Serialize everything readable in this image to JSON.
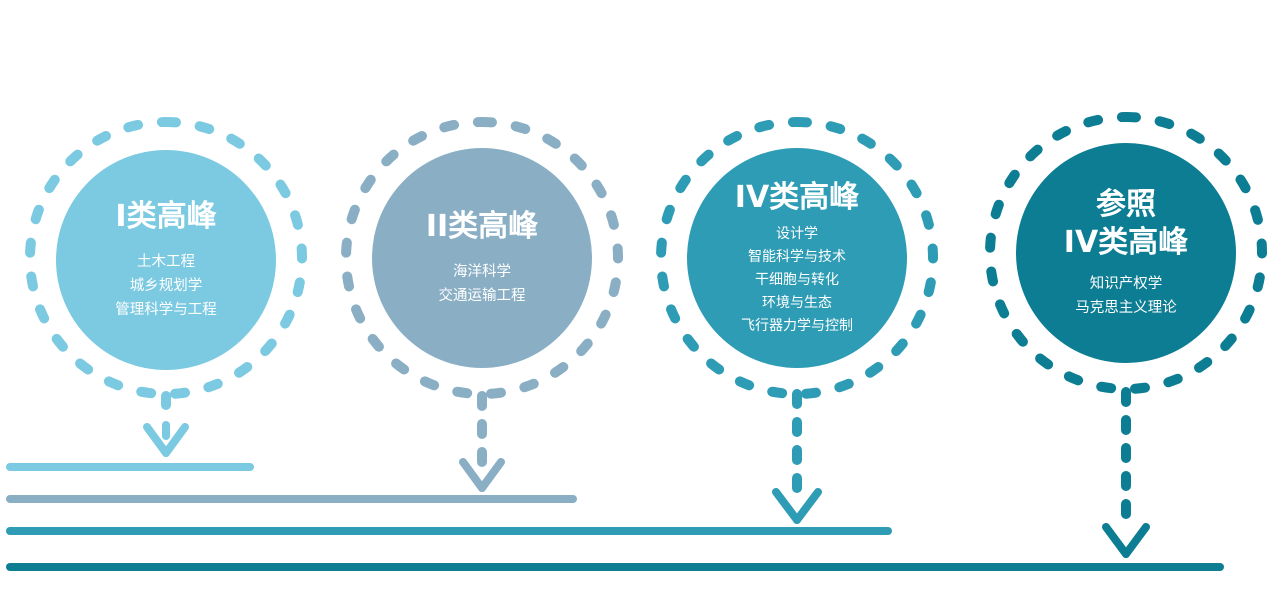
{
  "colors": {
    "tier1": "#7ccae2",
    "tier2": "#8aafc5",
    "tier3": "#2e9cb5",
    "tier4": "#0c7d93"
  },
  "tiers": [
    {
      "title": "I类高峰",
      "items": [
        "土木工程",
        "城乡规划学",
        "管理科学与工程"
      ]
    },
    {
      "title": "II类高峰",
      "items": [
        "海洋科学",
        "交通运输工程"
      ]
    },
    {
      "title": "IV类高峰",
      "items": [
        "设计学",
        "智能科学与技术",
        "干细胞与转化",
        "环境与生态",
        "飞行器力学与控制"
      ]
    },
    {
      "title_lines": [
        "参照",
        "IV类高峰"
      ],
      "items": [
        "知识产权学",
        "马克思主义理论"
      ]
    }
  ]
}
